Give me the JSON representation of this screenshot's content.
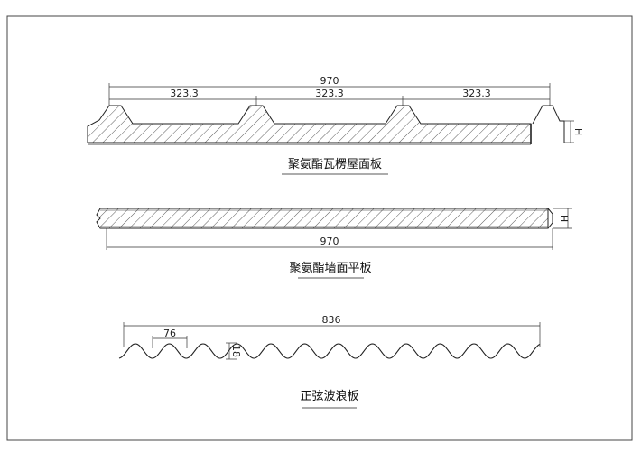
{
  "roof_panel": {
    "total_width": "970",
    "rib_spacing_1": "323.3",
    "rib_spacing_2": "323.3",
    "rib_spacing_3": "323.3",
    "height_label": "H",
    "caption": "聚氨酯瓦楞屋面板"
  },
  "wall_panel": {
    "total_width": "970",
    "height_label": "H",
    "caption": "聚氨酯墙面平板"
  },
  "wave_panel": {
    "total_width": "836",
    "pitch": "76",
    "wave_height": "18",
    "caption": "正弦波浪板"
  }
}
